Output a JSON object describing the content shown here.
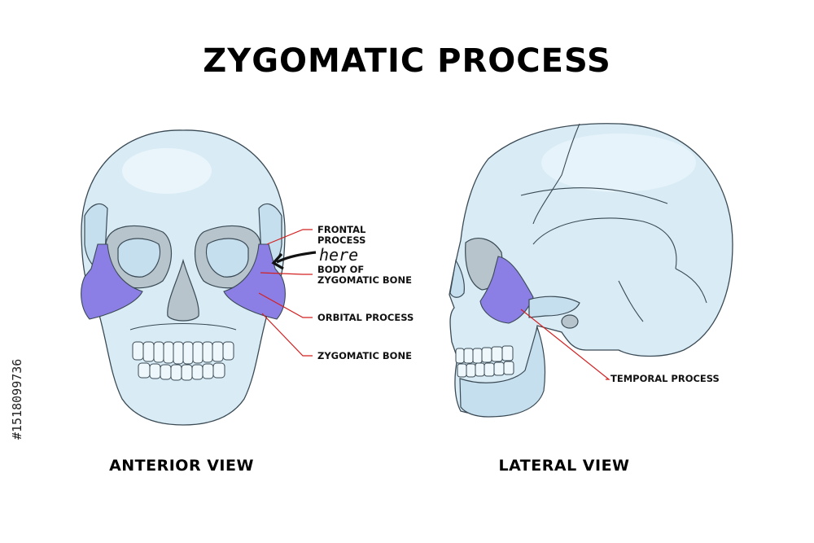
{
  "title": "ZYGOMATIC PROCESS",
  "views": {
    "anterior": "ANTERIOR VIEW",
    "lateral": "LATERAL VIEW"
  },
  "labels": {
    "frontal_line1": "FRONTAL",
    "frontal_line2": "PROCESS",
    "body_line1": "BODY OF",
    "body_line2": "ZYGOMATIC BONE",
    "orbital": "ORBITAL PROCESS",
    "zygomatic_bone": "ZYGOMATIC BONE",
    "temporal": "TEMPORAL PROCESS"
  },
  "annotation": "here",
  "side_text": "#1518099736",
  "colors": {
    "bone": "#d9ecf6",
    "highlight": "#8b7fe6",
    "leader": "#d32020",
    "outline": "#3a4a55"
  }
}
